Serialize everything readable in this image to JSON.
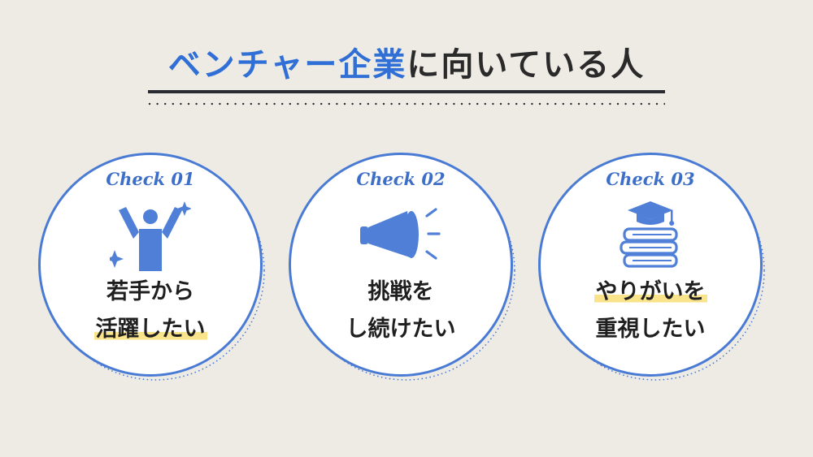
{
  "title": {
    "accent": "ベンチャー企業",
    "rest": "に向いている人"
  },
  "colors": {
    "background": "#eeebe5",
    "accent": "#2f6fd6",
    "circle_border": "#4a7bd4",
    "icon": "#4f7fd6",
    "highlight": "#f9e48b"
  },
  "cards": [
    {
      "check": "Check 01",
      "line1": "若手から",
      "line2": "活躍したい",
      "highlight_line": 2,
      "icon": "cheering-person-icon"
    },
    {
      "check": "Check 02",
      "line1": "挑戦を",
      "line2": "し続けたい",
      "highlight_line": 0,
      "icon": "megaphone-icon"
    },
    {
      "check": "Check 03",
      "line1": "やりがいを",
      "line2": "重視したい",
      "highlight_line": 1,
      "icon": "graduation-books-icon"
    }
  ]
}
